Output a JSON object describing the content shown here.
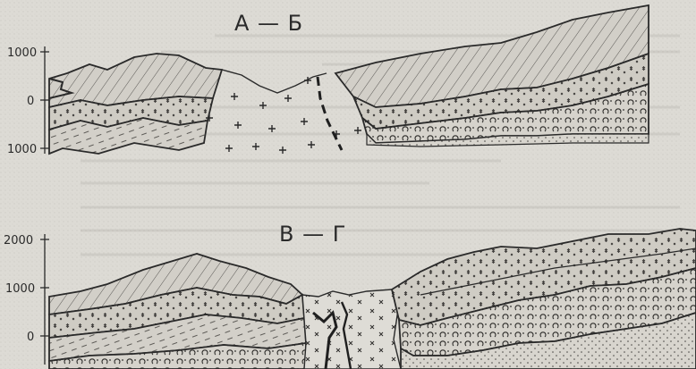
{
  "sections": [
    {
      "title": "А — Б",
      "ticks": [
        "1000",
        "0",
        "1000"
      ]
    },
    {
      "title": "В — Г",
      "ticks": [
        "2000",
        "1000",
        "0"
      ]
    }
  ],
  "colors": {
    "paper": "#dddbd5",
    "ink": "#2a2a2a",
    "shade": "#bdbab3"
  }
}
